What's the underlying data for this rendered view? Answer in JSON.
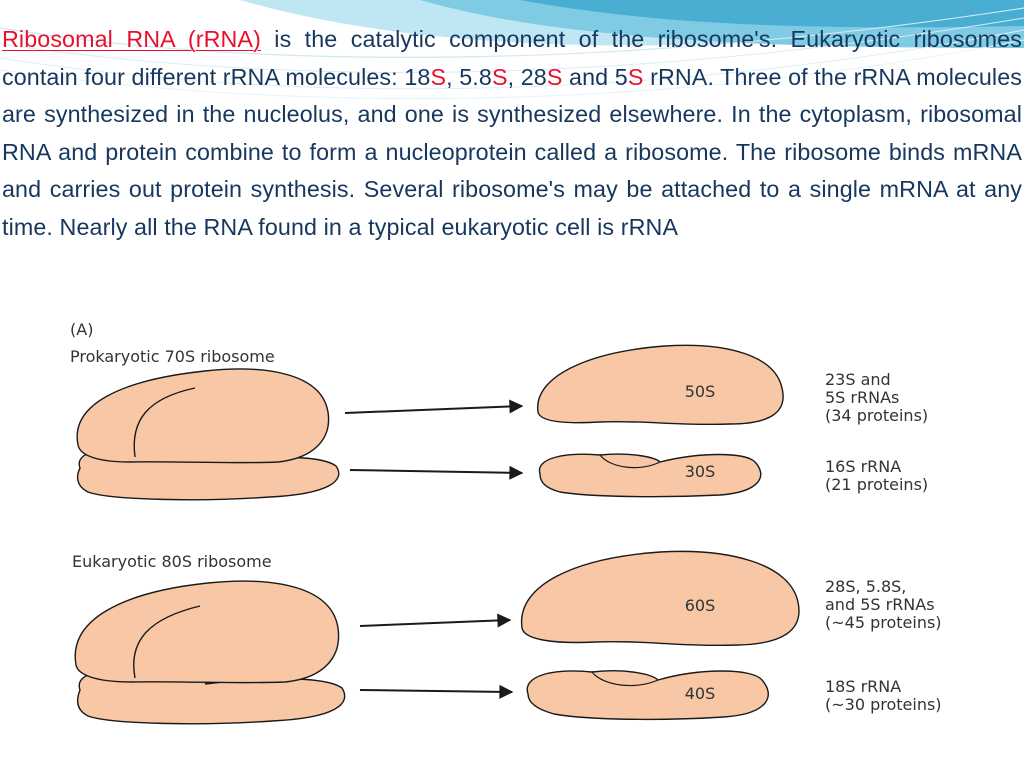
{
  "paragraph": {
    "term": "Ribosomal RNA (rRNA)",
    "s1": " is the catalytic component of the ribosome's. Eukaryotic ribosomes contain four different rRNA molecules: 18",
    "S": "S",
    "c1": ", 5.8",
    "c2": ", 28",
    "c3": " and 5",
    "s2": " rRNA. Three of the rRNA molecules are synthesized in the nucleolus, and one is synthesized elsewhere. In the cytoplasm, ribosomal RNA and protein combine to form a nucleoprotein called a ribosome. The ribosome binds mRNA and carries out protein synthesis. Several ribosome's may be attached to a single mRNA at any time. Nearly all the RNA found in a typical eukaryotic cell is rRNA"
  },
  "figure": {
    "panel_label": "(A)",
    "prokaryotic": {
      "title": "Prokaryotic 70S ribosome",
      "large": {
        "label": "50S",
        "desc": [
          "23S and",
          "5S rRNAs",
          "(34 proteins)"
        ]
      },
      "small": {
        "label": "30S",
        "desc": [
          "16S rRNA",
          "(21 proteins)"
        ]
      }
    },
    "eukaryotic": {
      "title": "Eukaryotic 80S ribosome",
      "large": {
        "label": "60S",
        "desc": [
          "28S, 5.8S,",
          "and 5S rRNAs",
          "(~45 proteins)"
        ]
      },
      "small": {
        "label": "40S",
        "desc": [
          "18S rRNA",
          "(~30 proteins)"
        ]
      }
    }
  },
  "colors": {
    "text": "#17375e",
    "highlight": "#e8112d",
    "ribosome_fill": "#f7c7a6",
    "ribosome_stroke": "#1a1a1a"
  }
}
